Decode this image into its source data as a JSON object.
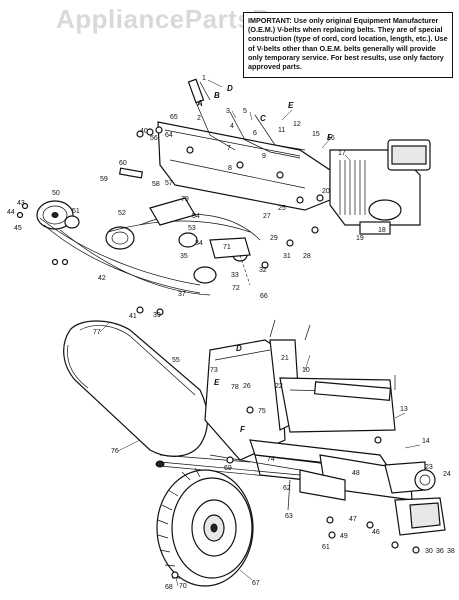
{
  "watermark": "AppliancePartsPros.com",
  "notice": {
    "text": "IMPORTANT: Use only original Equipment Manufacturer (O.E.M.) V-belts when replacing belts. They are of special construction (type of cord, cord location, length, etc.). Use of V-belts other than O.E.M. belts generally will provide only temporary service.",
    "best": "For best results, use only factory approved parts."
  },
  "callouts": [
    "1",
    "2",
    "3",
    "4",
    "5",
    "6",
    "7",
    "8",
    "9",
    "10",
    "11",
    "12",
    "13",
    "14",
    "15",
    "16",
    "17",
    "18",
    "19",
    "20",
    "21",
    "22",
    "23",
    "24",
    "25",
    "26",
    "27",
    "28",
    "29",
    "30",
    "31",
    "32",
    "33",
    "34",
    "35",
    "36",
    "37",
    "38",
    "39",
    "40",
    "41",
    "42",
    "43",
    "44",
    "45",
    "46",
    "47",
    "48",
    "49",
    "50",
    "51",
    "52",
    "53",
    "54",
    "55",
    "56",
    "57",
    "58",
    "59",
    "60",
    "61",
    "62",
    "63",
    "64",
    "65",
    "66",
    "67",
    "68",
    "69",
    "70",
    "71",
    "72",
    "73",
    "74",
    "75",
    "76",
    "77",
    "78",
    "79"
  ],
  "letters": [
    "A",
    "B",
    "C",
    "D",
    "E",
    "F"
  ],
  "icons": [
    "belt-cover",
    "engine",
    "tine-housing",
    "wheel",
    "pulley",
    "frame",
    "handle-rods"
  ]
}
